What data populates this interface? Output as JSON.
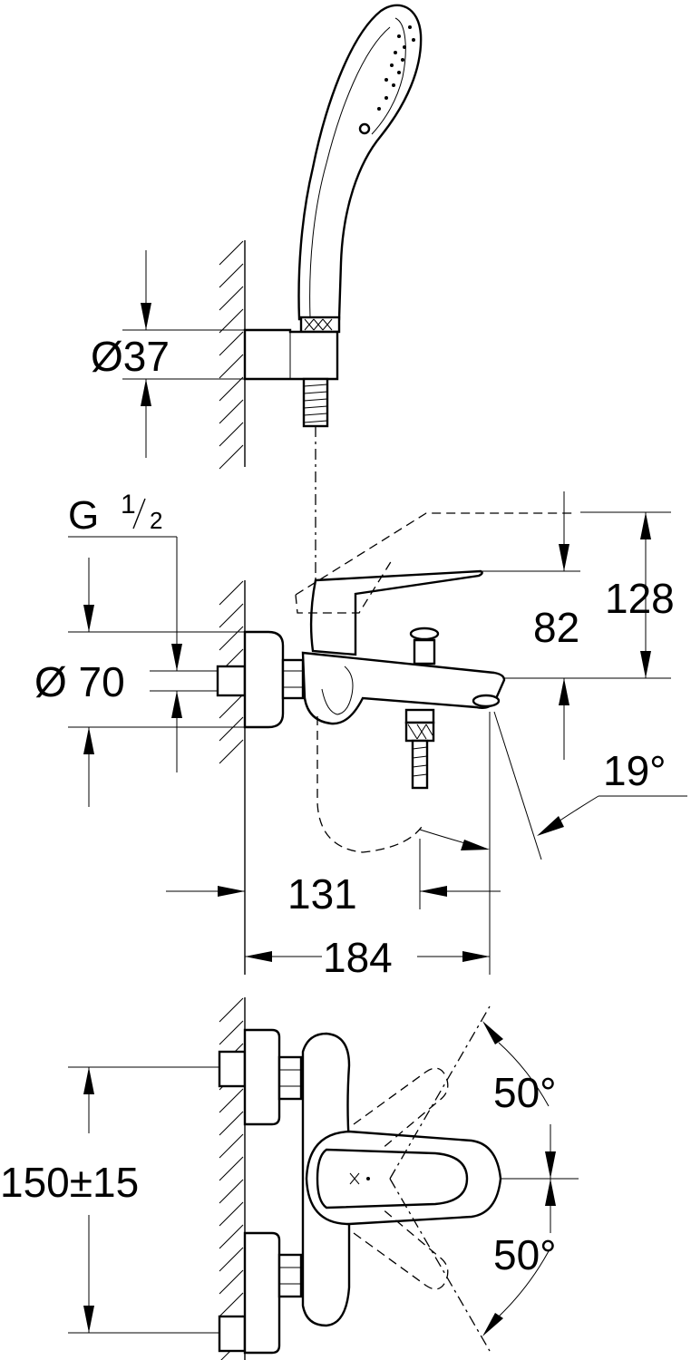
{
  "dimensions": {
    "holder_diameter": "Ø37",
    "thread": "G",
    "thread_num": "1",
    "thread_den": "2",
    "rosette_diameter": "Ø 70",
    "spout_height_total": "128",
    "spout_height": "82",
    "spout_angle": "19°",
    "projection_inner": "131",
    "projection_total": "184",
    "center_distance": "150±15",
    "lever_angle_top": "50°",
    "lever_angle_bottom": "50°"
  }
}
